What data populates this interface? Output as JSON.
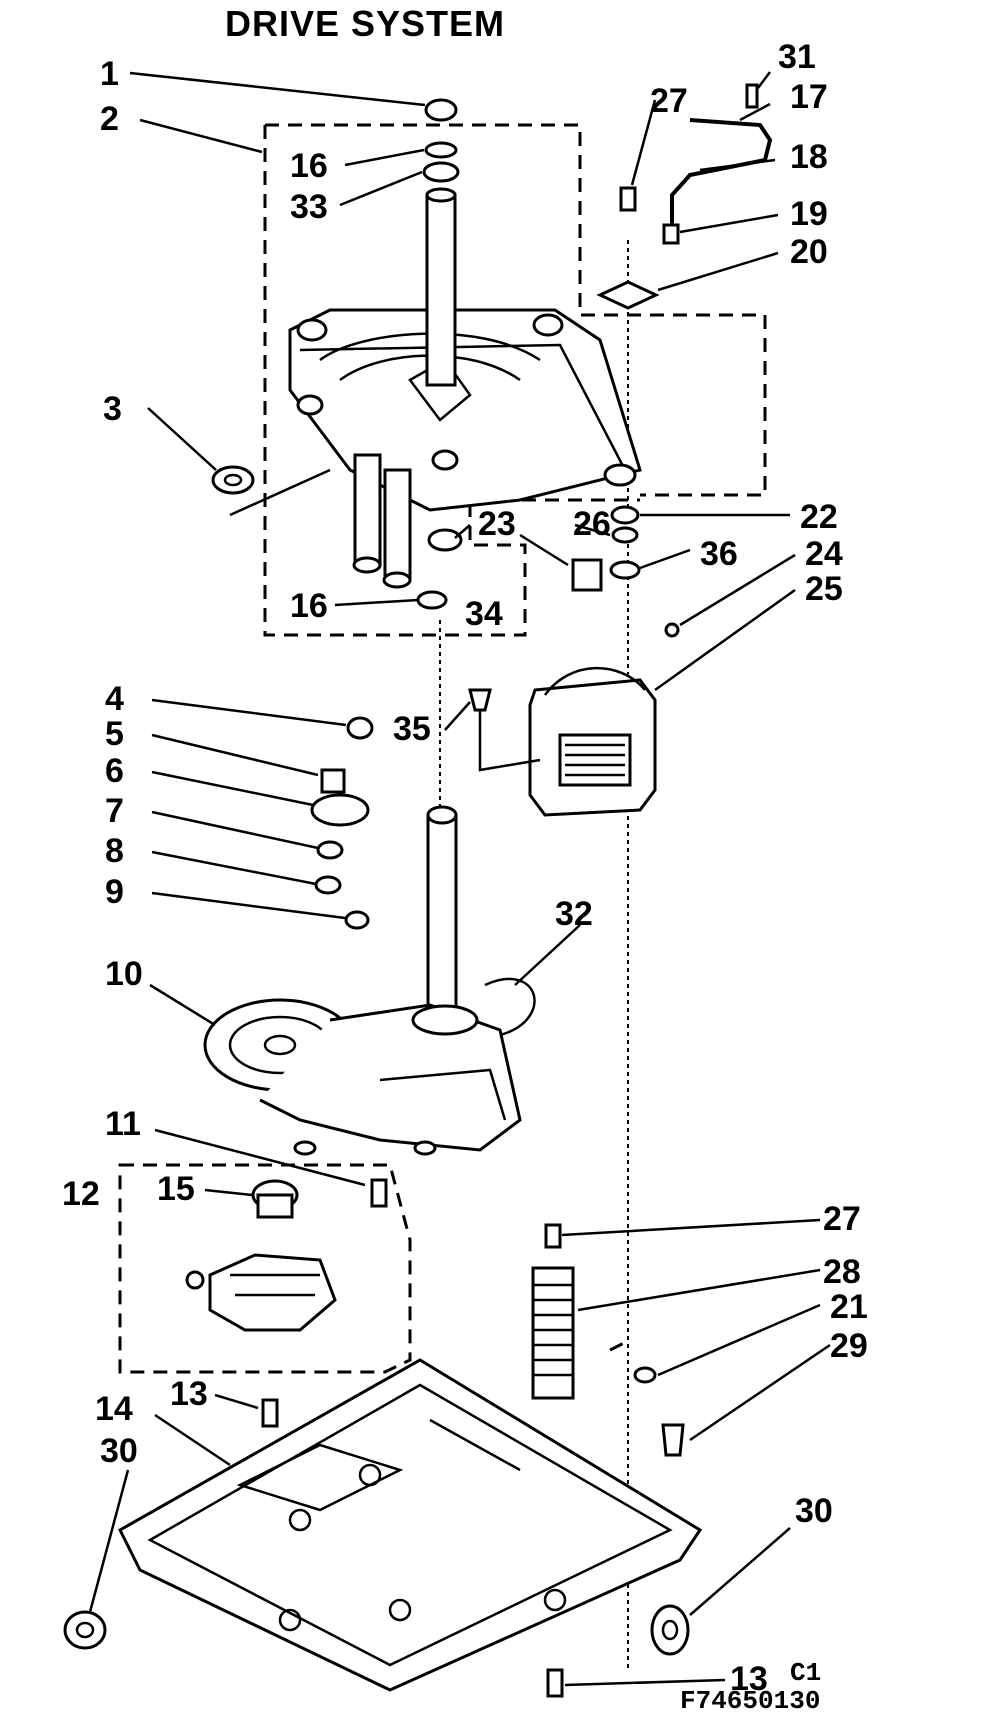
{
  "title": "DRIVE SYSTEM",
  "callouts": {
    "c1": "1",
    "c2": "2",
    "c3": "3",
    "c4": "4",
    "c5": "5",
    "c6": "6",
    "c7": "7",
    "c8": "8",
    "c9": "9",
    "c10": "10",
    "c11": "11",
    "c12": "12",
    "c13a": "13",
    "c13b": "13",
    "c14": "14",
    "c15": "15",
    "c16a": "16",
    "c16b": "16",
    "c17": "17",
    "c18": "18",
    "c19": "19",
    "c20": "20",
    "c21": "21",
    "c22": "22",
    "c23": "23",
    "c24": "24",
    "c25": "25",
    "c26": "26",
    "c27a": "27",
    "c27b": "27",
    "c28": "28",
    "c29": "29",
    "c30a": "30",
    "c30b": "30",
    "c31": "31",
    "c32": "32",
    "c33": "33",
    "c34": "34",
    "c35": "35",
    "c36": "36"
  },
  "footer": {
    "code": "C1",
    "part_number": "F74650130"
  }
}
